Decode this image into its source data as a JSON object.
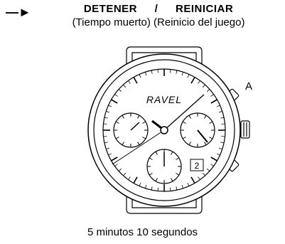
{
  "header": {
    "arrow": "—►",
    "stop_label": "DETENER",
    "separator": "/",
    "reset_label": "REINICIAR",
    "subtitle": "(Tiempo muerto) (Reinicio del juego)"
  },
  "watch": {
    "brand": "RAVEL",
    "button_label": "A",
    "date": "2"
  },
  "caption": "5 minutos 10 segundos"
}
